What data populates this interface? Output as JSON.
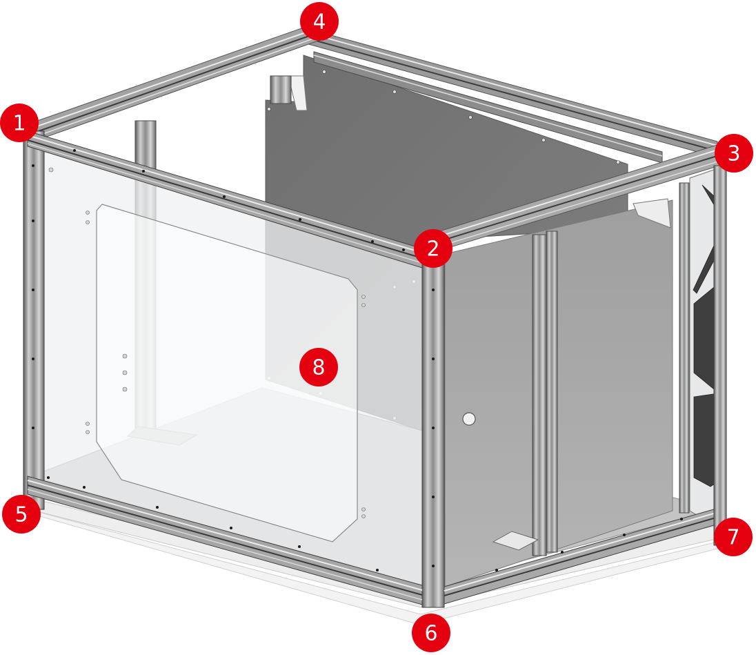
{
  "colors": {
    "marker_fill": "#e5000f",
    "marker_text": "#ffffff",
    "extrusion_light": "#d8d8d8",
    "extrusion_dark": "#6a6a6a",
    "back_panel": "#7a7a7a",
    "side_panel": "#a9a9a9",
    "acrylic": "#e9ecee",
    "floor_plate": "#bdbdbd"
  },
  "markers": [
    {
      "id": "corner-top-front-left",
      "label": "1"
    },
    {
      "id": "corner-top-front-right",
      "label": "2"
    },
    {
      "id": "corner-top-back-right",
      "label": "3"
    },
    {
      "id": "corner-top-back-left",
      "label": "4"
    },
    {
      "id": "corner-bottom-front-left",
      "label": "5"
    },
    {
      "id": "corner-bottom-front-right",
      "label": "6"
    },
    {
      "id": "corner-bottom-back-right",
      "label": "7"
    },
    {
      "id": "back-panel",
      "label": "8"
    }
  ]
}
